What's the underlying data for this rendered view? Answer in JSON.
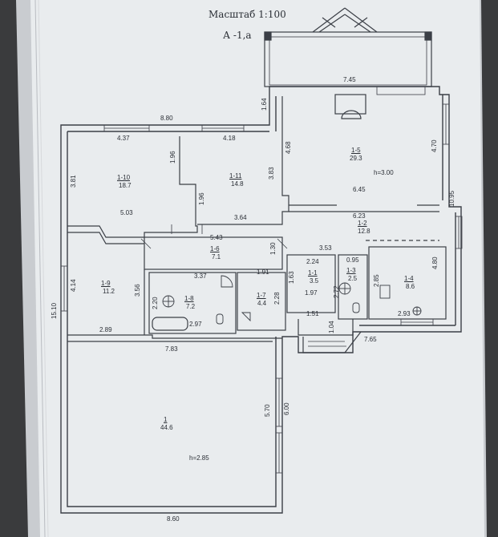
{
  "title": {
    "scale": "Масштаб 1:100",
    "sheet": "А  -1,а"
  },
  "dimensions": {
    "terrace_width": "7.45",
    "top_wall": "8.80",
    "stair_gap": "1.64",
    "r10_width": "4.37",
    "r11_width": "4.18",
    "r10_height": "3.81",
    "r10_11_gap": "1.96",
    "r11_inner": "1.96",
    "r11_height": "3.83",
    "r10_bottom": "5.03",
    "r11_bottom": "3.64",
    "r5_left": "4.68",
    "r5_right": "4.70",
    "r5_bottom": "6.45",
    "right_total": "10.95",
    "r2_width": "6.23",
    "r6_width": "5.43",
    "r6_h": "1.30",
    "r1_top": "3.53",
    "r1_w": "2.24",
    "r3_w": "0.95",
    "r9_h": "4.14",
    "r9_inner_h": "3.56",
    "r8_w": "3.37",
    "r7_w": "1.91",
    "r7_h": "2.28",
    "r1_left": "1.63",
    "r1_bottom": "1.97",
    "r3_left": "2.72",
    "r4_left": "2.85",
    "r4_h": "4.80",
    "r8_h": "2.20",
    "r8_bottom": "2.97",
    "r9_bottom": "2.89",
    "r4_bottom": "2.93",
    "step_w": "1.51",
    "step_h": "1.04",
    "porch_w": "7.65",
    "left_total": "15.10",
    "r1big_top": "7.83",
    "r1big_h": "5.70",
    "r1big_outer": "6.00",
    "bottom_wall": "8.60"
  },
  "rooms": {
    "r10": {
      "num": "1-10",
      "area": "18.7"
    },
    "r11": {
      "num": "1-11",
      "area": "14.8"
    },
    "r5": {
      "num": "1-5",
      "area": "29.3",
      "height": "h=3.00"
    },
    "r2": {
      "num": "1-2",
      "area": "12.8"
    },
    "r6": {
      "num": "1-6",
      "area": "7.1"
    },
    "r1": {
      "num": "1-1",
      "area": "3.5"
    },
    "r3": {
      "num": "1-3",
      "area": "2.5"
    },
    "r4": {
      "num": "1-4",
      "area": "8.6"
    },
    "r9": {
      "num": "1-9",
      "area": "11.2"
    },
    "r8": {
      "num": "1-8",
      "area": "7.2"
    },
    "r7": {
      "num": "1-7",
      "area": "4.4"
    },
    "r1big": {
      "num": "1",
      "area": "44.6",
      "height": "h=2.85"
    }
  },
  "colors": {
    "paper": "#e9ecee",
    "ink": "#2b2f36",
    "background": "#3a3b3d"
  }
}
